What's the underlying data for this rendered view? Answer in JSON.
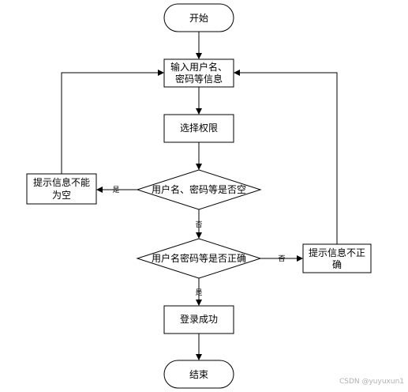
{
  "flowchart": {
    "nodes": {
      "start": {
        "shape": "terminator",
        "lines": [
          "开始"
        ]
      },
      "input_info": {
        "shape": "process",
        "lines": [
          "输入用户名、",
          "密码等信息"
        ]
      },
      "select_permission": {
        "shape": "process",
        "lines": [
          "选择权限"
        ]
      },
      "check_empty": {
        "shape": "decision",
        "lines": [
          "用户名、密码等是否空"
        ]
      },
      "prompt_empty": {
        "shape": "process",
        "lines": [
          "提示信息不能",
          "为空"
        ]
      },
      "check_correct": {
        "shape": "decision",
        "lines": [
          "用户名密码等是否正确"
        ]
      },
      "prompt_incorrect": {
        "shape": "process",
        "lines": [
          "提示信息不正",
          "确"
        ]
      },
      "login_success": {
        "shape": "process",
        "lines": [
          "登录成功"
        ]
      },
      "end": {
        "shape": "terminator",
        "lines": [
          "结束"
        ]
      }
    },
    "edge_labels": {
      "empty_yes": "是",
      "empty_no": "否",
      "correct_no": "否",
      "correct_yes": "是"
    }
  },
  "watermark": "CSDN @yuyuxun1",
  "colors": {
    "stroke": "#000000",
    "fill": "#ffffff",
    "text": "#000000",
    "watermark": "#b0b0b0"
  }
}
